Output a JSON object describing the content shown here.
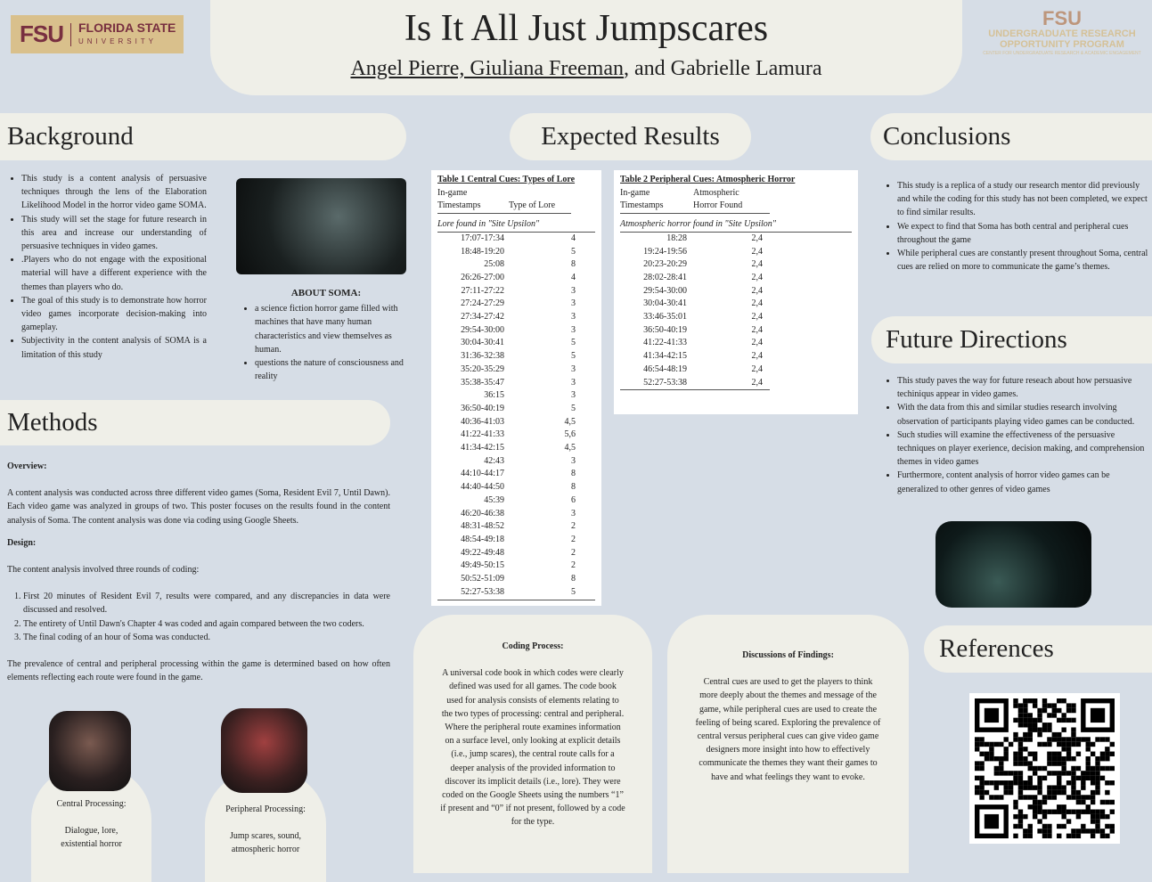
{
  "header": {
    "title": "Is It All Just Jumpscares",
    "authors_underlined": "Angel Pierre, Giuliana Freeman",
    "authors_rest": ", and Gabrielle Lamura",
    "logo_left": "FSU | FLORIDA STATE UNIVERSITY",
    "logo_right": {
      "mark": "FSU",
      "line1": "UNDERGRADUATE RESEARCH",
      "line2": "OPPORTUNITY PROGRAM",
      "line3": "CENTER FOR UNDERGRADUATE RESEARCH & ACADEMIC ENGAGEMENT"
    }
  },
  "background": {
    "heading": "Background",
    "bullets": [
      "This study is a content analysis of persuasive techniques through the lens of the Elaboration Likelihood Model in the horror video game SOMA.",
      "This study will set the stage for future research in this area and increase our understanding of persuasive techniques in video games.",
      ".Players who do not engage with the expositional material will have a different experience with the themes than players who do.",
      "The goal of this study is to demonstrate how horror video games incorporate decision-making into gameplay.",
      "Subjectivity in the content analysis of SOMA is a limitation of this study"
    ],
    "about_title": "ABOUT SOMA:",
    "about_bullets": [
      "a science fiction horror game filled with machines that have many human characteristics and view themselves as human.",
      "questions the nature of consciousness and reality"
    ]
  },
  "methods": {
    "heading": "Methods",
    "overview_label": "Overview:",
    "overview": "A content analysis was conducted across three different video games (Soma, Resident Evil 7, Until Dawn). Each video game was analyzed in groups of two. This poster focuses on the results found in the content analysis of Soma. The content analysis was done via coding using Google Sheets.",
    "design_label": "Design:",
    "design_intro": "The content analysis involved three rounds of coding:",
    "steps": [
      "First 20 minutes of Resident Evil 7, results were compared, and any discrepancies in data were discussed and resolved.",
      "The entirety of Until Dawn's Chapter 4 was coded and again compared between the two coders.",
      "The final coding of an hour of Soma was conducted."
    ],
    "prevalence": "The prevalence of central and peripheral processing within the game is determined based on how often elements reflecting each route were found in the game.",
    "central_title": "Central Processing:",
    "central_desc": "Dialogue, lore, existential horror",
    "peripheral_title": "Peripheral Processing:",
    "peripheral_desc": "Jump scares, sound, atmospheric horror"
  },
  "expected": {
    "heading": "Expected Results",
    "table1": {
      "title": "Table 1 Central Cues: Types of Lore",
      "col1a": "In-game",
      "col1b": "Timestamps",
      "col2": "Type of Lore",
      "section": "Lore found in \"Site Upsilon\"",
      "rows": [
        [
          "17:07-17:34",
          "4"
        ],
        [
          "18:48-19:20",
          "5"
        ],
        [
          "25:08",
          "8"
        ],
        [
          "26:26-27:00",
          "4"
        ],
        [
          "27:11-27:22",
          "3"
        ],
        [
          "27:24-27:29",
          "3"
        ],
        [
          "27:34-27:42",
          "3"
        ],
        [
          "29:54-30:00",
          "3"
        ],
        [
          "30:04-30:41",
          "5"
        ],
        [
          "31:36-32:38",
          "5"
        ],
        [
          "35:20-35:29",
          "3"
        ],
        [
          "35:38-35:47",
          "3"
        ],
        [
          "36:15",
          "3"
        ],
        [
          "36:50-40:19",
          "5"
        ],
        [
          "40:36-41:03",
          "4,5"
        ],
        [
          "41:22-41:33",
          "5,6"
        ],
        [
          "41:34-42:15",
          "4,5"
        ],
        [
          "42:43",
          "3"
        ],
        [
          "44:10-44:17",
          "8"
        ],
        [
          "44:40-44:50",
          "8"
        ],
        [
          "45:39",
          "6"
        ],
        [
          "46:20-46:38",
          "3"
        ],
        [
          "48:31-48:52",
          "2"
        ],
        [
          "48:54-49:18",
          "2"
        ],
        [
          "49:22-49:48",
          "2"
        ],
        [
          "49:49-50:15",
          "2"
        ],
        [
          "50:52-51:09",
          "8"
        ],
        [
          "52:27-53:38",
          "5"
        ]
      ]
    },
    "table2": {
      "title": "Table 2 Peripheral Cues: Atmospheric Horror",
      "col1a": "In-game",
      "col1b": "Timestamps",
      "col2a": "Atmospheric",
      "col2b": "Horror Found",
      "section": "Atmospheric horror found in \"Site Upsilon\"",
      "rows": [
        [
          "18:28",
          "2,4"
        ],
        [
          "19:24-19:56",
          "2,4"
        ],
        [
          "20:23-20:29",
          "2,4"
        ],
        [
          "28:02-28:41",
          "2,4"
        ],
        [
          "29:54-30:00",
          "2,4"
        ],
        [
          "30:04-30:41",
          "2,4"
        ],
        [
          "33:46-35:01",
          "2,4"
        ],
        [
          "36:50-40:19",
          "2,4"
        ],
        [
          "41:22-41:33",
          "2,4"
        ],
        [
          "41:34-42:15",
          "2,4"
        ],
        [
          "46:54-48:19",
          "2,4"
        ],
        [
          "52:27-53:38",
          "2,4"
        ]
      ]
    }
  },
  "coding": {
    "title": "Coding Process:",
    "body": "A universal code book in which codes were clearly defined was used for all games. The code book used for analysis consists of elements relating to the two types of processing: central and peripheral. Where the peripheral route examines information on a surface level, only looking at explicit details (i.e., jump scares), the central route calls for a deeper analysis of the provided information to discover its implicit details (i.e., lore). They were coded on the Google Sheets using the numbers “1” if present and “0” if not present, followed by a code for the type."
  },
  "discussion": {
    "title": "Discussions of Findings:",
    "body": "Central cues are used to get the players to think more deeply about the themes and message of the game, while peripheral cues are used to create the feeling of being scared. Exploring the prevalence of central versus peripheral cues can give video game designers more insight into how to effectively communicate the themes they want their games to have and what feelings they want to evoke."
  },
  "conclusions": {
    "heading": "Conclusions",
    "bullets": [
      "This study is a replica of a study our research mentor did previously and while the coding for this study has not been completed, we expect to find similar results.",
      "We expect to find that Soma has both central and peripheral cues throughout the game",
      "While peripheral cues are constantly present throughout Soma, central cues are relied on more to communicate the game’s themes."
    ]
  },
  "future": {
    "heading": "Future Directions",
    "bullets": [
      "This study paves the way for future reseach about how persuasive techiniqus appear in video games.",
      "With the data from this and similar studies research involving observation of participants playing video games can be conducted.",
      "Such studies will examine the effectiveness of the persuasive techniques on player exerience, decision making, and comprehension themes in video games",
      "Furthermore, content analysis of horror video games can be generalized to other genres of video games"
    ]
  },
  "references": {
    "heading": "References"
  },
  "colors": {
    "background": "#d6dde6",
    "panel": "#efefe8",
    "maroon": "#782f40",
    "gold": "#cfb87c"
  }
}
